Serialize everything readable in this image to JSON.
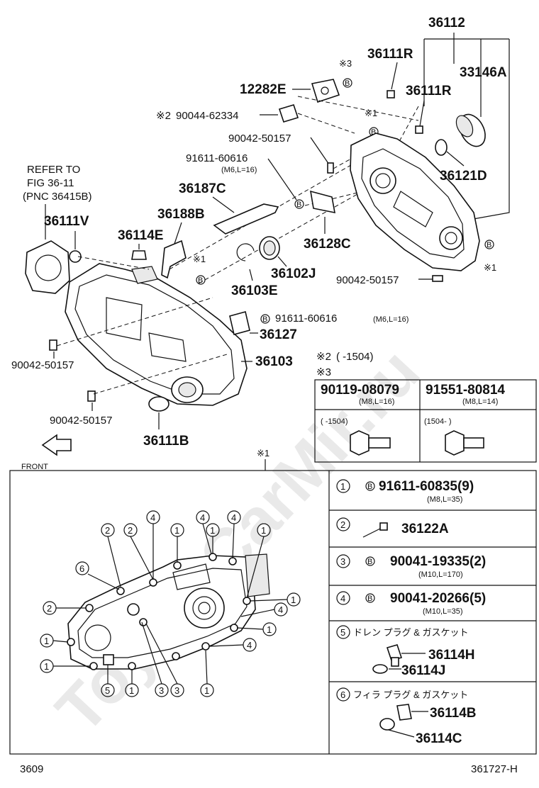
{
  "watermark": "ToyotaCarMir.ru",
  "page_code": "3609",
  "diagram_code": "361727-H",
  "front_label": "FRONT",
  "refer": {
    "line1": "REFER TO",
    "line2": "FIG 36-11",
    "line3": "(PNC 36415B)"
  },
  "parts": {
    "p36112": "36112",
    "p36111R_a": "36111R",
    "p36111R_b": "36111R",
    "p33146A": "33146A",
    "p12282E": "12282E",
    "p90044": "90044-62334",
    "p90042_top": "90042-50157",
    "p91611_top": "91611-60616",
    "p91611_top_sub": "(M6,L=16)",
    "p36121D": "36121D",
    "p36187C": "36187C",
    "p36188B": "36188B",
    "p36111V": "36111V",
    "p36114E": "36114E",
    "p36128C": "36128C",
    "p36102J": "36102J",
    "p36103E": "36103E",
    "p90042_right": "90042-50157",
    "p91611_mid": "91611-60616",
    "p91611_mid_sub": "(M6,L=16)",
    "p36127": "36127",
    "p36103": "36103",
    "p90042_left1": "90042-50157",
    "p90042_left2": "90042-50157",
    "p36111B": "36111B"
  },
  "marks": {
    "m1": "※1",
    "m2": "※2",
    "m3": "※3",
    "b": "B",
    "n1": "1",
    "n2": "2",
    "n3": "3",
    "n4": "4",
    "n5": "5",
    "n6": "6"
  },
  "note2": "(      -1504)",
  "table3": {
    "col1_pn": "90119-08079",
    "col1_sub": "(M8,L=16)",
    "col1_range": "(      -1504)",
    "col2_pn": "91551-80814",
    "col2_sub": "(M8,L=14)",
    "col2_range": "(1504-      )"
  },
  "legend": [
    {
      "num": "1",
      "pn": "91611-60835(9)",
      "sub": "(M8,L=35)"
    },
    {
      "num": "2",
      "pn": "36122A",
      "sub": ""
    },
    {
      "num": "3",
      "pn": "90041-19335(2)",
      "sub": "(M10,L=170)"
    },
    {
      "num": "4",
      "pn": "90041-20266(5)",
      "sub": "(M10,L=35)"
    },
    {
      "num": "5",
      "title": "ドレン プラグ & ガスケット",
      "pn_a": "36114H",
      "pn_b": "36114J"
    },
    {
      "num": "6",
      "title": "フィラ プラグ & ガスケット",
      "pn_a": "36114B",
      "pn_b": "36114C"
    }
  ]
}
